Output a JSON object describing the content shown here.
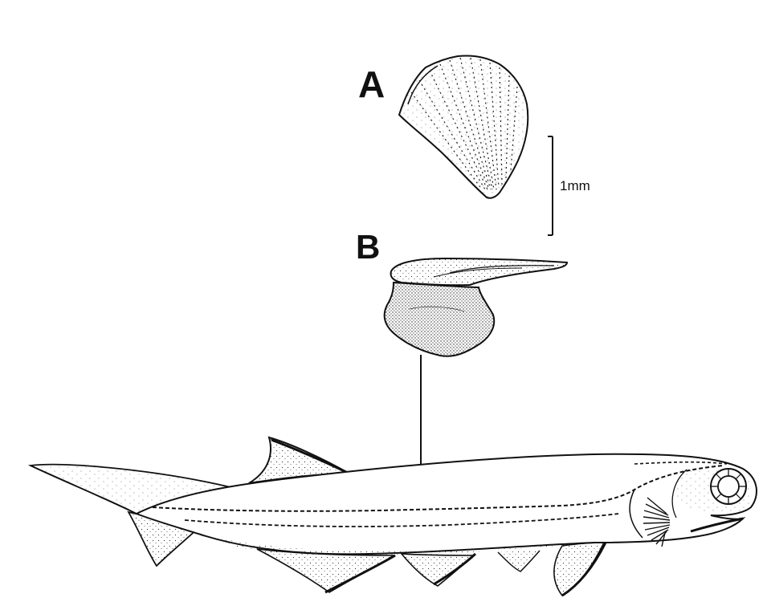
{
  "labels": {
    "a": "A",
    "b": "B",
    "scale": "1mm"
  },
  "colors": {
    "ink": "#111111",
    "stipple": "#222222",
    "background": "#ffffff"
  }
}
